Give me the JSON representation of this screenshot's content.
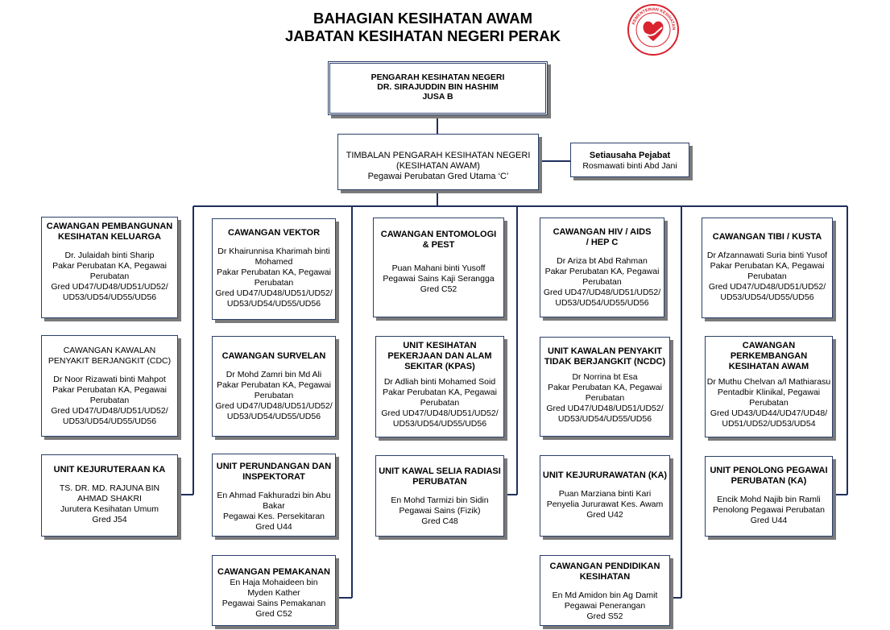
{
  "header": {
    "title_line1": "BAHAGIAN KESIHATAN AWAM",
    "title_line2": "JABATAN KESIHATAN NEGERI PERAK",
    "logo_text": "Kami Sedia Membantu · KEMENTERIAN KESIHATAN MALAYSIA"
  },
  "director": {
    "line1": "PENGARAH KESIHATAN NEGERI",
    "line2": "DR. SIRAJUDDIN BIN HASHIM",
    "line3": "JUSA B"
  },
  "deputy": {
    "line1": "TIMBALAN PENGARAH KESIHATAN NEGERI",
    "line2": "(KESIHATAN AWAM)",
    "line3": "Pegawai Perubatan Gred Utama ‘C’"
  },
  "secretary": {
    "title": "Setiausaha Pejabat",
    "name": "Rosmawati binti Abd Jani"
  },
  "columns": [
    {
      "units": [
        {
          "title": [
            "CAWANGAN PEMBANGUNAN",
            "KESIHATAN KELUARGA"
          ],
          "body": [
            "Dr. Julaidah binti Sharip",
            "Pakar Perubatan KA, Pegawai",
            "Perubatan",
            "Gred UD47/UD48/UD51/UD52/",
            "UD53/UD54/UD55/UD56"
          ]
        },
        {
          "title": [
            "CAWANGAN  KAWALAN",
            "PENYAKIT BERJANGKIT (CDC)"
          ],
          "body": [
            "Dr Noor Rizawati binti Mahpot",
            "Pakar Perubatan KA, Pegawai",
            "Perubatan",
            "Gred UD47/UD48/UD51/UD52/",
            "UD53/UD54/UD55/UD56"
          ]
        },
        {
          "title": [
            "UNIT KEJURUTERAAN KA"
          ],
          "body": [
            "TS. DR. MD. RAJUNA BIN",
            "AHMAD SHAKRI",
            "Jurutera Kesihatan Umum",
            "Gred J54"
          ]
        }
      ]
    },
    {
      "units": [
        {
          "title": [
            "CAWANGAN  VEKTOR"
          ],
          "body": [
            "Dr Khairunnisa Kharimah binti",
            "Mohamed",
            "Pakar Perubatan KA, Pegawai",
            "Perubatan",
            "Gred UD47/UD48/UD51/UD52/",
            "UD53/UD54/UD55/UD56"
          ]
        },
        {
          "title": [
            "CAWANGAN  SURVELAN"
          ],
          "body": [
            "Dr Mohd Zamri bin Md Ali",
            "Pakar Perubatan KA, Pegawai",
            "Perubatan",
            "Gred UD47/UD48/UD51/UD52/",
            "UD53/UD54/UD55/UD56"
          ]
        },
        {
          "title": [
            "UNIT PERUNDANGAN DAN",
            "INSPEKTORAT"
          ],
          "body": [
            "En Ahmad Fakhuradzi bin Abu",
            "Bakar",
            "Pegawai  Kes. Persekitaran",
            "Gred U44"
          ]
        },
        {
          "title": [
            "CAWANGAN PEMAKANAN"
          ],
          "body": [
            "En Haja Mohaideen bin",
            "Myden Kather",
            "Pegawai Sains Pemakanan",
            "Gred C52"
          ]
        }
      ]
    },
    {
      "units": [
        {
          "title": [
            "CAWANGAN  ENTOMOLOGI",
            "& PEST"
          ],
          "body": [
            "Puan Mahani binti Yusoff",
            "Pegawai Sains Kaji Serangga",
            "Gred C52"
          ]
        },
        {
          "title": [
            "UNIT KESIHATAN",
            "PEKERJAAN DAN ALAM",
            "SEKITAR (KPAS)"
          ],
          "body": [
            "Dr  Adliah binti Mohamed Soid",
            "Pakar Perubatan KA, Pegawai",
            "Perubatan",
            "Gred UD47/UD48/UD51/UD52/",
            "UD53/UD54/UD55/UD56"
          ]
        },
        {
          "title": [
            "UNIT KAWAL SELIA RADIASI",
            "PERUBATAN"
          ],
          "body": [
            "En Mohd Tarmizi bin Sidin",
            "Pegawai  Sains (Fizik)",
            "Gred C48"
          ]
        }
      ]
    },
    {
      "units": [
        {
          "title": [
            "CAWANGAN HIV / AIDS",
            "/ HEP C"
          ],
          "body": [
            "Dr Ariza bt Abd Rahman",
            "Pakar Perubatan KA, Pegawai",
            "Perubatan",
            "Gred UD47/UD48/UD51/UD52/",
            "UD53/UD54/UD55/UD56"
          ]
        },
        {
          "title": [
            "UNIT KAWALAN PENYAKIT",
            "TIDAK BERJANGKIT (NCDC)"
          ],
          "body": [
            "Dr Norrina bt Esa",
            "Pakar Perubatan KA, Pegawai",
            "Perubatan",
            "Gred UD47/UD48/UD51/UD52/",
            "UD53/UD54/UD55/UD56"
          ]
        },
        {
          "title": [
            "UNIT KEJURURAWATAN (KA)"
          ],
          "body": [
            "Puan Marziana binti Kari",
            "Penyelia Jururawat Kes. Awam",
            "Gred U42"
          ]
        },
        {
          "title": [
            "CAWANGAN  PENDIDIKAN",
            "KESIHATAN"
          ],
          "body": [
            "En Md Amidon bin Ag Damit",
            "Pegawai Penerangan",
            "Gred S52"
          ]
        }
      ]
    },
    {
      "units": [
        {
          "title": [
            "CAWANGAN TIBI / KUSTA"
          ],
          "body": [
            "Dr Afzannawati Suria binti Yusof",
            "Pakar Perubatan KA, Pegawai",
            "Perubatan",
            "Gred UD47/UD48/UD51/UD52/",
            "UD53/UD54/UD55/UD56"
          ]
        },
        {
          "title": [
            "CAWANGAN",
            "PERKEMBANGAN",
            "KESIHATAN AWAM"
          ],
          "body": [
            "Dr Muthu Chelvan a/l Mathiarasu",
            "Pentadbir Klinikal, Pegawai",
            "Perubatan",
            "Gred UD43/UD44/UD47/UD48/",
            "UD51/UD52/UD53/UD54"
          ]
        },
        {
          "title": [
            "UNIT PENOLONG PEGAWAI",
            "PERUBATAN (KA)"
          ],
          "body": [
            "Encik Mohd Najib bin Ramli",
            "Penolong Pegawai Perubatan",
            "Gred U44"
          ]
        }
      ]
    }
  ],
  "colors": {
    "connector": "#1f2f5c",
    "box_border": "#2b3f6b",
    "shadow": "#7a7a7a",
    "logo_red": "#d9232e"
  }
}
